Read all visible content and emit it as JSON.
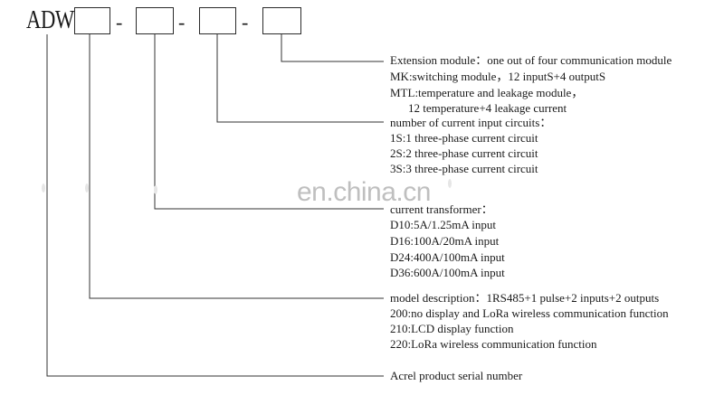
{
  "model": {
    "prefix": "ADW",
    "separator": "-"
  },
  "groups": {
    "extension": {
      "lines": [
        "Extension module：one out of four communication module",
        "MK:switching module，12 inputS+4 outputS",
        "MTL:temperature and leakage module，",
        "12 temperature+4 leakage current"
      ]
    },
    "circuits": {
      "lines": [
        "number of current input circuits：",
        "1S:1 three-phase current circuit",
        "2S:2 three-phase current circuit",
        "3S:3 three-phase current circuit"
      ]
    },
    "transformer": {
      "lines": [
        "current transformer：",
        "D10:5A/1.25mA input",
        "D16:100A/20mA input",
        "D24:400A/100mA input",
        "D36:600A/100mA input"
      ]
    },
    "description": {
      "lines": [
        "model description：1RS485+1 pulse+2 inputs+2 outputs",
        "200:no display and LoRa wireless communication function",
        "210:LCD display function",
        "220:LoRa wireless communication function"
      ]
    },
    "serial": {
      "lines": [
        "Acrel product serial number"
      ]
    }
  },
  "watermark": "en.china.cn"
}
